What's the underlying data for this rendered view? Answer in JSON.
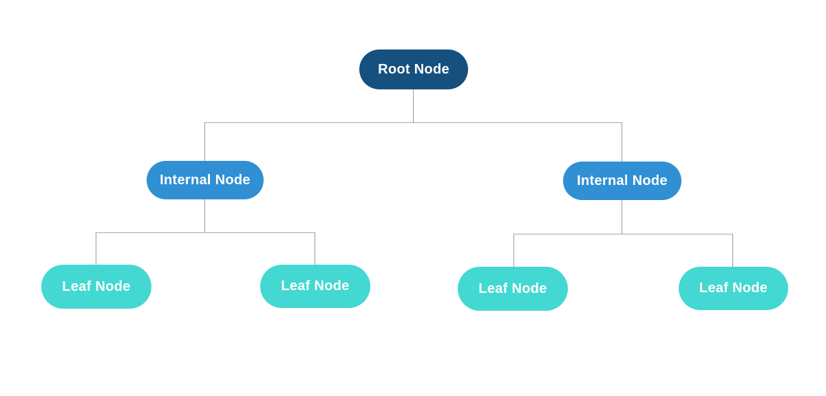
{
  "diagram": {
    "type": "tree",
    "background_color": "#ffffff",
    "connector_color": "#999999",
    "text_color": "#ffffff",
    "nodes": {
      "root": {
        "label": "Root Node",
        "color": "#15507e"
      },
      "internal_left": {
        "label": "Internal Node",
        "color": "#3090d3"
      },
      "internal_right": {
        "label": "Internal Node",
        "color": "#3090d3"
      },
      "leaf_1": {
        "label": "Leaf Node",
        "color": "#43d8d2"
      },
      "leaf_2": {
        "label": "Leaf Node",
        "color": "#43d8d2"
      },
      "leaf_3": {
        "label": "Leaf Node",
        "color": "#43d8d2"
      },
      "leaf_4": {
        "label": "Leaf Node",
        "color": "#43d8d2"
      }
    },
    "edges": [
      {
        "from": "root",
        "to": "internal_left"
      },
      {
        "from": "root",
        "to": "internal_right"
      },
      {
        "from": "internal_left",
        "to": "leaf_1"
      },
      {
        "from": "internal_left",
        "to": "leaf_2"
      },
      {
        "from": "internal_right",
        "to": "leaf_3"
      },
      {
        "from": "internal_right",
        "to": "leaf_4"
      }
    ]
  }
}
